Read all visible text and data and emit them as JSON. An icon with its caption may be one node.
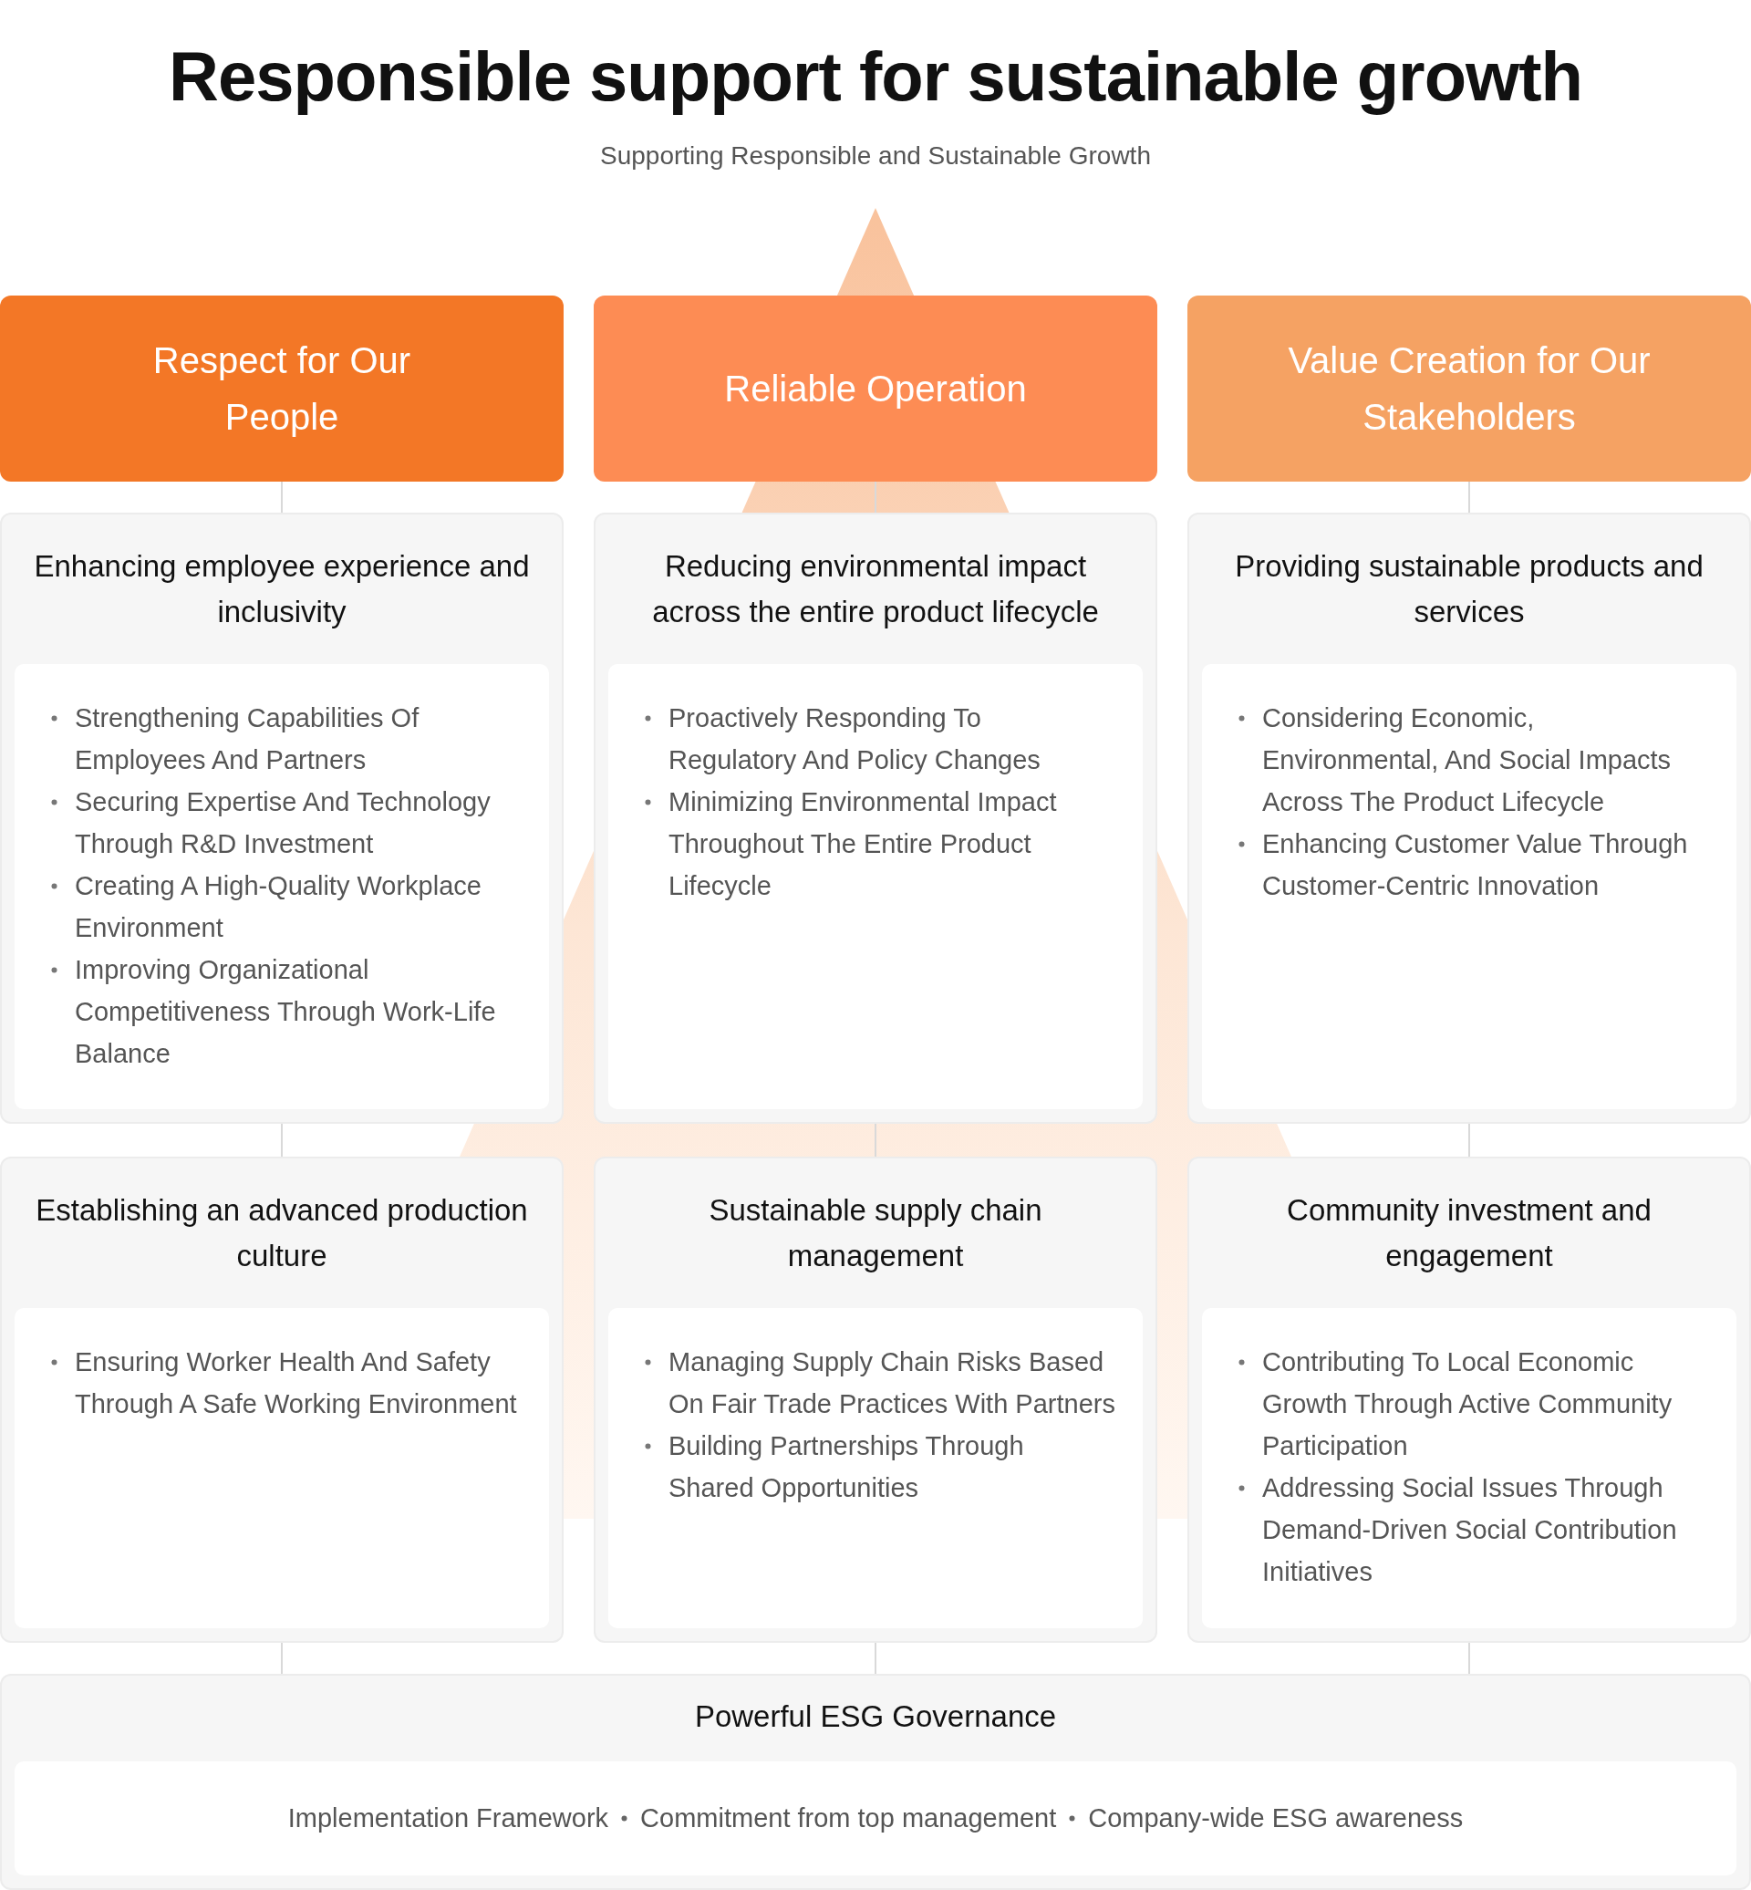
{
  "diagram": {
    "title": "Responsible support for sustainable growth",
    "nodes": [
      {
        "text": [
          "Respect for Our People"
        ]
      },
      {
        "text": [
          "Reliable Operation"
        ]
      },
      {
        "text": [
          "Value Creation for Our Stakeholders"
        ]
      },
      {
        "text": [
          "Enhancing employee experience and inclusivity"
        ]
      },
      {
        "text": [
          "Strengthening Capabilities Of Employees And Partners",
          "Securing Expertise And Technology Through R&D Investment",
          "Creating A High-Quality Workplace Environment",
          "Improving Organizational Competitiveness Through Work-Life Balance"
        ],
        "in": 3
      },
      {
        "text": [
          "Reducing environmental impact across the entire product lifecycle"
        ]
      },
      {
        "text": [
          "Proactively Responding To Regulatory And Policy Changes",
          "Minimizing Environmental Impact Throughout The Entire Product Lifecycle"
        ],
        "in": 5
      },
      {
        "text": [
          "Providing sustainable products and services"
        ]
      },
      {
        "text": [
          "Considering Economic, Environmental, And Social Impacts Across The Product Lifecycle",
          "Enhancing Customer Value Through Customer-Centric Innovation"
        ],
        "in": 7
      },
      {
        "text": [
          "Establishing an advanced production culture"
        ]
      },
      {
        "text": [
          "Ensuring Worker Health And Safety Through A Safe Working Environment"
        ],
        "in": 9
      },
      {
        "text": [
          "Sustainable supply chain management"
        ]
      },
      {
        "text": [
          "Managing Supply Chain Risks Based On Fair Trade Practices With Partners",
          "Building Partnerships Through Shared Opportunities"
        ],
        "in": 11
      },
      {
        "text": [
          "Community investment and engagement"
        ]
      },
      {
        "text": [
          "Contributing To Local Economic Growth Through Active Community Participation",
          "Addressing Social Issues Through Demand-Driven Social Contribution Initiatives"
        ],
        "in": 13
      },
      {
        "text": [
          "Powerful ESG Governance"
        ]
      },
      {
        "text": [
          "Implementation Framework",
          "Commitment from top management",
          "Company-wide ESG awareness"
        ],
        "in": 15
      }
    ],
    "edges": [
      {
        "from": 0,
        "to": 3,
        "arrow": "none"
      },
      {
        "from": 1,
        "to": 5,
        "arrow": "none"
      },
      {
        "from": 2,
        "to": 7,
        "arrow": "none"
      },
      {
        "from": 3,
        "to": 9,
        "arrow": "none"
      },
      {
        "from": 5,
        "to": 11,
        "arrow": "none"
      },
      {
        "from": 7,
        "to": 13,
        "arrow": "none"
      },
      {
        "from": 9,
        "to": 15,
        "arrow": "none"
      },
      {
        "from": 11,
        "to": 15,
        "arrow": "none"
      },
      {
        "from": 13,
        "to": 15,
        "arrow": "none"
      }
    ],
    "labels": [
      "Supporting Responsible and Sustainable Growth"
    ]
  }
}
